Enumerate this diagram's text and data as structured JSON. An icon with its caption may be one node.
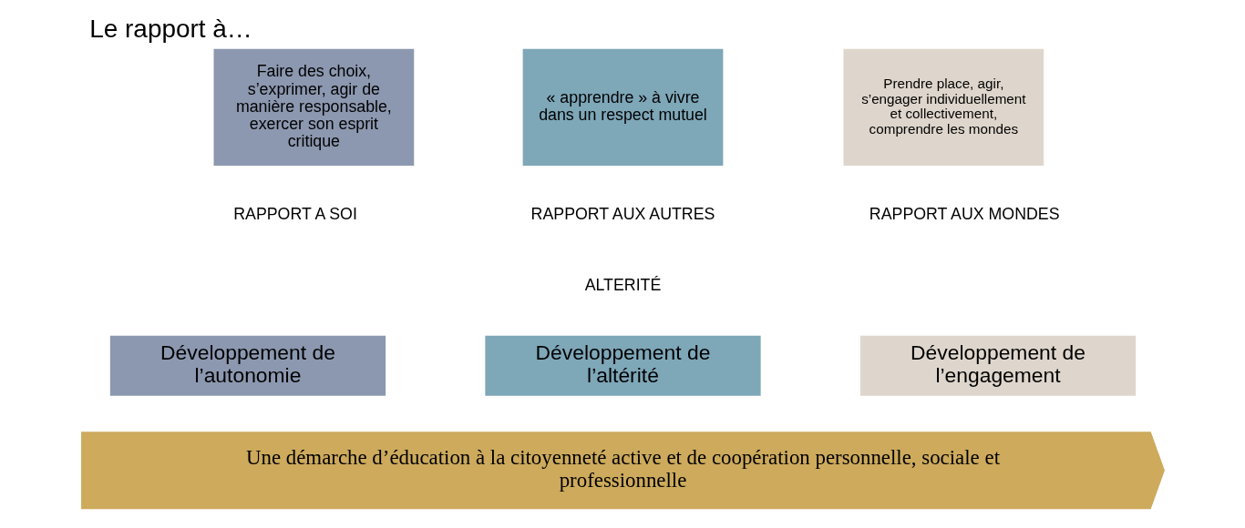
{
  "diagram": {
    "title": "Le rapport à…",
    "nodes": [
      {
        "text": [
          "Faire des choix, s’exprimer, agir de manière responsable, exercer son esprit critique"
        ]
      },
      {
        "text": [
          "« apprendre » à vivre dans un respect mutuel"
        ]
      },
      {
        "text": [
          "Prendre place, agir, s’engager individuellement et collectivement, comprendre les mondes"
        ]
      },
      {
        "text": [
          "Développement de l’autonomie"
        ]
      },
      {
        "text": [
          "Développement de l’altérité"
        ]
      },
      {
        "text": [
          "Développement de l’engagement"
        ]
      },
      {
        "text": [
          "Une démarche d’éducation à la citoyenneté active et de coopération personnelle, sociale et professionnelle"
        ]
      }
    ],
    "edges": [],
    "labels": [
      "RAPPORT A SOI",
      "RAPPORT AUX AUTRES",
      "ALTERITÉ",
      "RAPPORT AUX MONDES"
    ]
  }
}
